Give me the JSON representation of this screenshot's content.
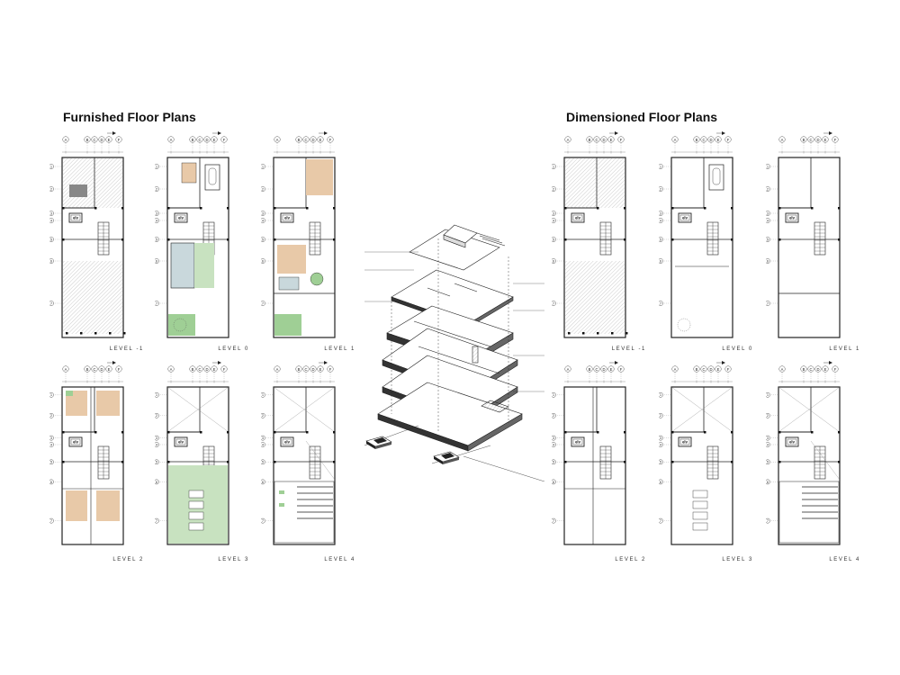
{
  "sections": {
    "furnished_title": "Furnished Floor Plans",
    "dimensioned_title": "Dimensioned Floor Plans"
  },
  "grid": {
    "columns": [
      "A",
      "B",
      "C",
      "D",
      "E",
      "F"
    ],
    "rows": [
      "1",
      "2",
      "3",
      "4",
      "5",
      "6",
      "7"
    ]
  },
  "elevator_tag": "elv",
  "furnished_levels": [
    {
      "label": "LEVEL -1",
      "variant": "basement"
    },
    {
      "label": "LEVEL 0",
      "variant": "ground"
    },
    {
      "label": "LEVEL 1",
      "variant": "first"
    },
    {
      "label": "LEVEL 2",
      "variant": "second"
    },
    {
      "label": "LEVEL 3",
      "variant": "third"
    },
    {
      "label": "LEVEL 4",
      "variant": "roof"
    }
  ],
  "dimensioned_levels": [
    {
      "label": "LEVEL -1",
      "variant": "basement"
    },
    {
      "label": "LEVEL 0",
      "variant": "ground"
    },
    {
      "label": "LEVEL 1",
      "variant": "first"
    },
    {
      "label": "LEVEL 2",
      "variant": "second"
    },
    {
      "label": "LEVEL 3",
      "variant": "third"
    },
    {
      "label": "LEVEL 4",
      "variant": "roof"
    }
  ],
  "colors": {
    "line": "#222222",
    "hatch": "#9a9a9a",
    "wood": "#e8c9a8",
    "pool": "#c9d8dc",
    "green": "#c8e2c0",
    "grass": "#9fcf95"
  }
}
